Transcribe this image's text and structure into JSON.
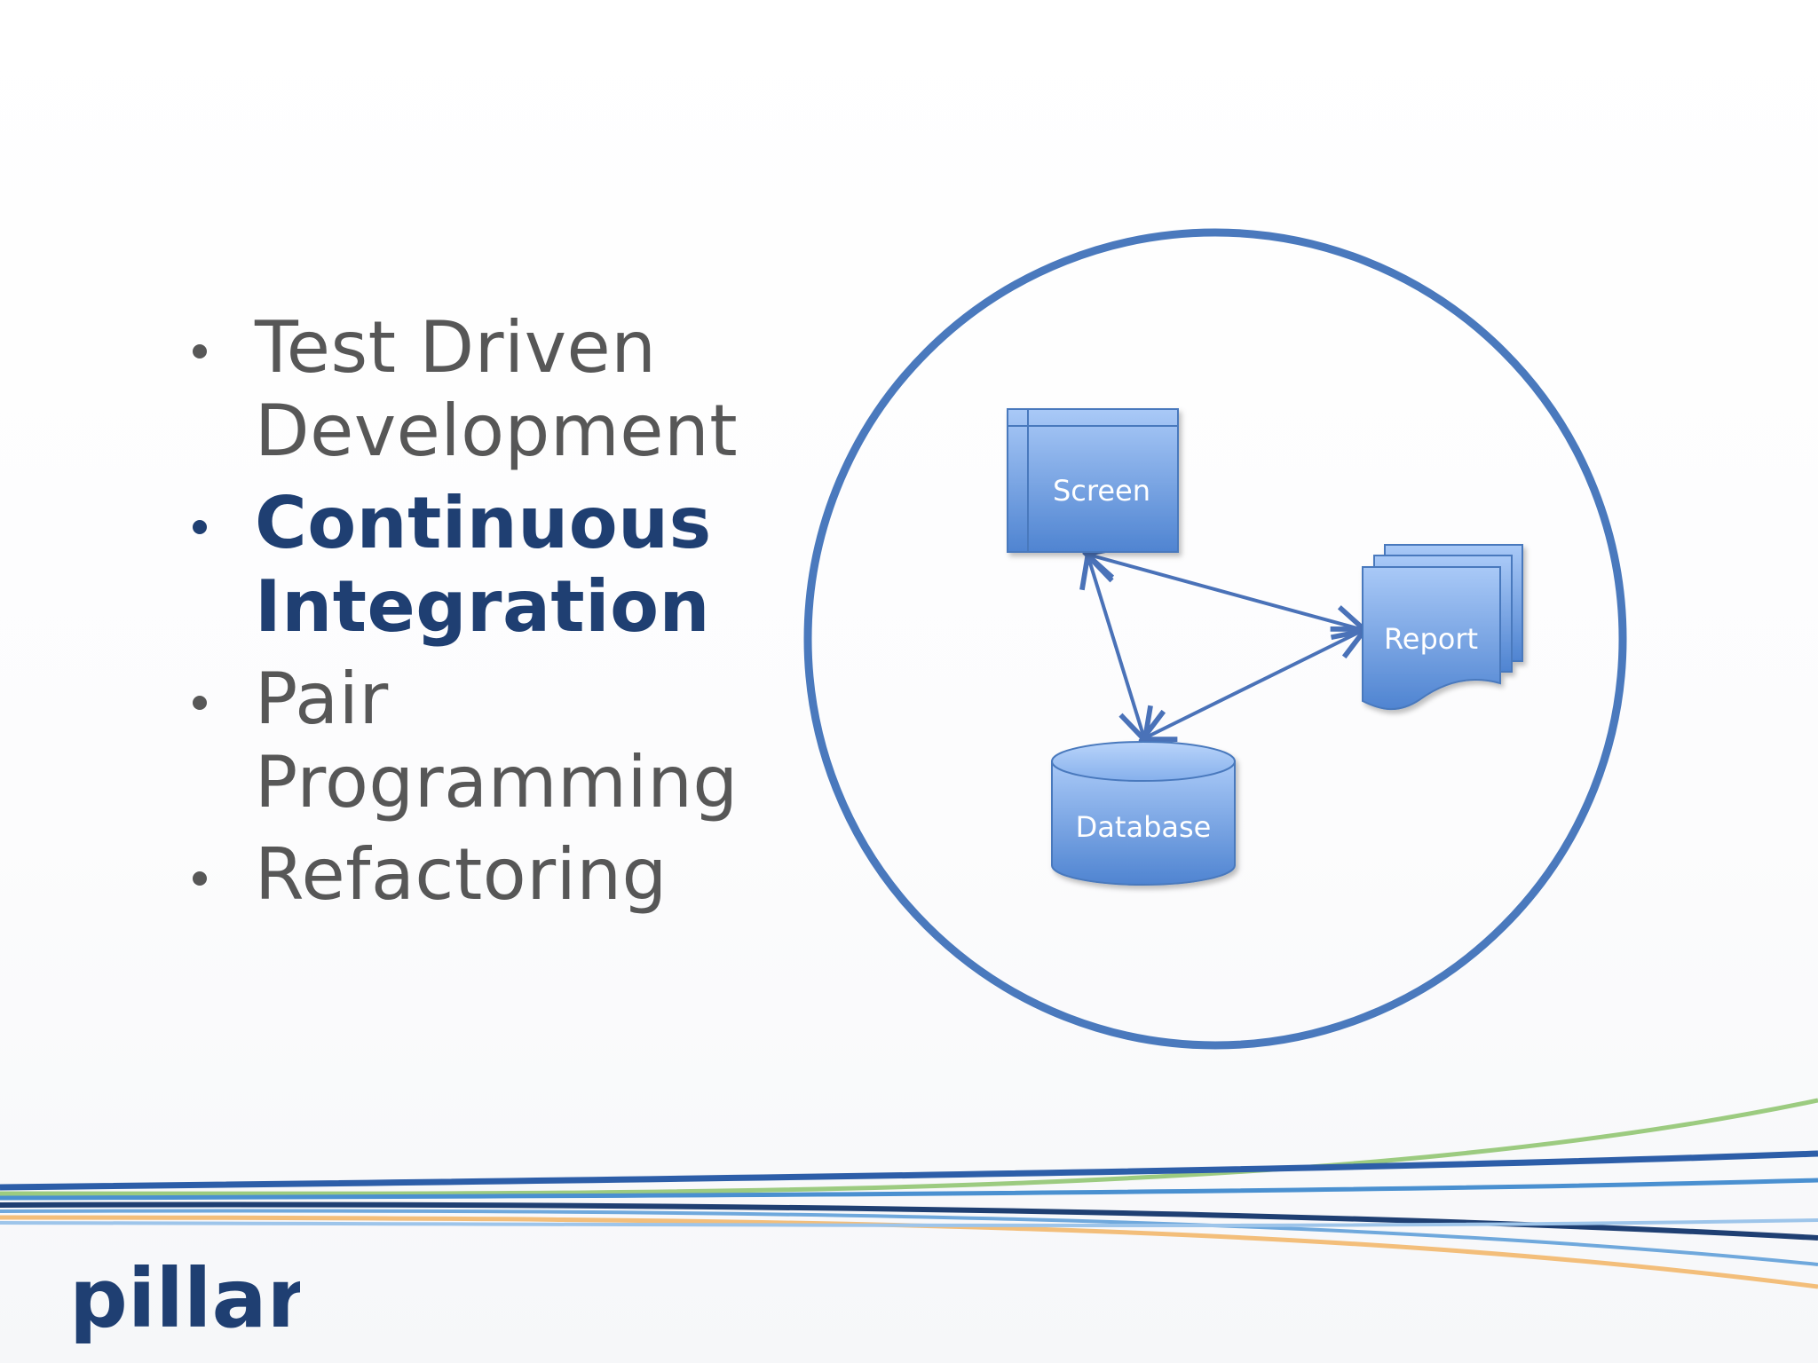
{
  "slide": {
    "bullets": [
      {
        "line1": "Test Driven",
        "line2": "Development",
        "active": false
      },
      {
        "line1": "Continuous",
        "line2": "Integration",
        "active": true
      },
      {
        "line1": "Pair",
        "line2": "Programming",
        "active": false
      },
      {
        "line1": "Refactoring",
        "line2": "",
        "active": false
      }
    ]
  },
  "diagram": {
    "nodes": {
      "screen": "Screen",
      "report": "Report",
      "database": "Database"
    },
    "colors": {
      "circle": "#4a79bd",
      "node_fill_top": "#a9c9f7",
      "node_fill_bottom": "#4f84d1",
      "arrow": "#4a72b8"
    }
  },
  "branding": {
    "logo_text": "pillar",
    "logo_color": "#1f3f72"
  }
}
